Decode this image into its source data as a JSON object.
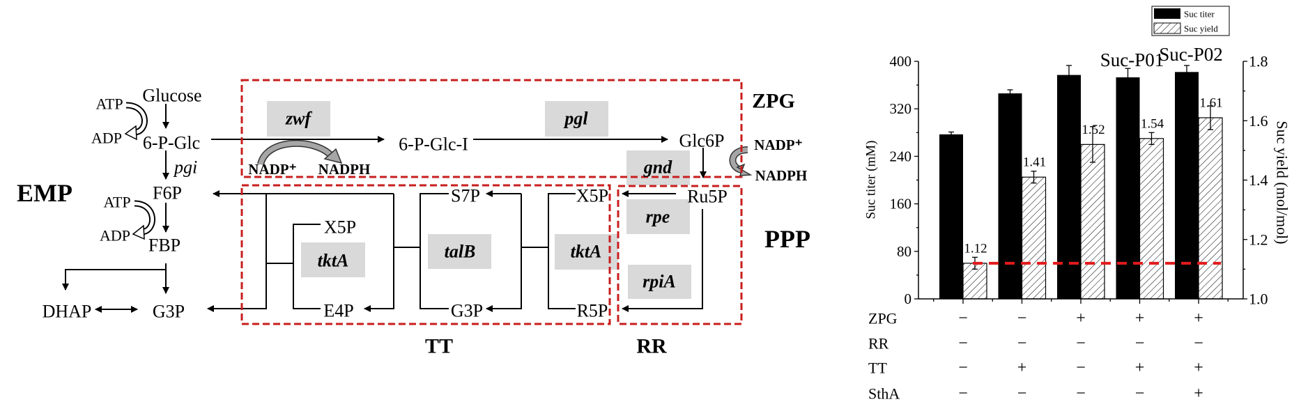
{
  "diagram": {
    "pathway_labels": {
      "emp": "EMP",
      "ppp": "PPP"
    },
    "module_labels": {
      "zpg": "ZPG",
      "tt": "TT",
      "rr": "RR"
    },
    "metabolites": {
      "glucose": "Glucose",
      "g6p": "6-P-Glc",
      "f6p": "F6P",
      "fbp": "FBP",
      "dhap": "DHAP",
      "g3p_emp": "G3P",
      "pgl_intermediate": "6-P-Glc-I",
      "glc6p": "Glc6P",
      "ru5p": "Ru5P",
      "x5p_tkta1": "X5P",
      "e4p": "E4P",
      "s7p": "S7P",
      "g3p_tt": "G3P",
      "x5p_tkta2": "X5P",
      "r5p": "R5P"
    },
    "cofactors": {
      "atp1": "ATP",
      "adp1": "ADP",
      "atp2": "ATP",
      "adp2": "ADP",
      "nadp_zwf": "NADP⁺",
      "nadph_zwf": "NADPH",
      "nadp_gnd": "NADP⁺",
      "nadph_gnd": "NADPH"
    },
    "enzymes": {
      "pgi": "pgi",
      "zwf": "zwf",
      "pgl": "pgl",
      "gnd": "gnd",
      "tkta1": "tktA",
      "talb": "talB",
      "tkta2": "tktA",
      "rpe": "rpe",
      "rpia": "rpiA"
    },
    "colors": {
      "module_box": "#c81e1e",
      "module_label": "#e0141e",
      "enzyme_box": "#d9d9d9",
      "cofactor_arrow": "#a6a6a6"
    }
  },
  "chart_data": {
    "type": "bar",
    "title": "",
    "categories": [
      "",
      "",
      "",
      "",
      ""
    ],
    "series": [
      {
        "name": "Suc titer",
        "axis": "left",
        "style": "solid",
        "color": "#000000",
        "values": [
          277,
          346,
          377,
          373,
          382
        ],
        "errors": [
          4,
          6,
          16,
          15,
          11
        ]
      },
      {
        "name": "Suc yield",
        "axis": "right",
        "style": "hatched",
        "color": "#000000",
        "values": [
          1.12,
          1.41,
          1.52,
          1.54,
          1.61
        ],
        "errors": [
          0.02,
          0.02,
          0.06,
          0.02,
          0.04
        ],
        "data_labels": [
          "1.12",
          "1.41",
          "1.52",
          "1.54",
          "1.61"
        ]
      }
    ],
    "xlabel": "",
    "ylabel": "Suc titer (mM)",
    "ylim": [
      0,
      400
    ],
    "yticks": [
      "0",
      "80",
      "160",
      "240",
      "320",
      "400"
    ],
    "y2label": "Suc yield (mol/mol)",
    "y2lim": [
      1.0,
      1.8
    ],
    "y2ticks": [
      "1.0",
      "1.2",
      "1.4",
      "1.6",
      "1.8"
    ],
    "grid": false,
    "reference_line": {
      "axis": "right",
      "value": 1.12,
      "style": "dashed",
      "color": "#e31a1c"
    },
    "annotations": [
      {
        "text": "Suc-P01",
        "category_index": 3
      },
      {
        "text": "Suc-P02",
        "category_index": 4
      }
    ],
    "legend": {
      "position": "top-right",
      "entries": [
        {
          "label": "Suc titer",
          "style": "solid"
        },
        {
          "label": "Suc yield",
          "style": "hatched"
        }
      ]
    },
    "conditions_table": {
      "rows": [
        {
          "label": "ZPG",
          "values": [
            "−",
            "−",
            "+",
            "+",
            "+"
          ]
        },
        {
          "label": "RR",
          "values": [
            "−",
            "−",
            "−",
            "−",
            "−"
          ]
        },
        {
          "label": "TT",
          "values": [
            "−",
            "+",
            "−",
            "+",
            "+"
          ]
        },
        {
          "label": "SthA",
          "values": [
            "−",
            "−",
            "−",
            "−",
            "+"
          ]
        }
      ]
    }
  }
}
